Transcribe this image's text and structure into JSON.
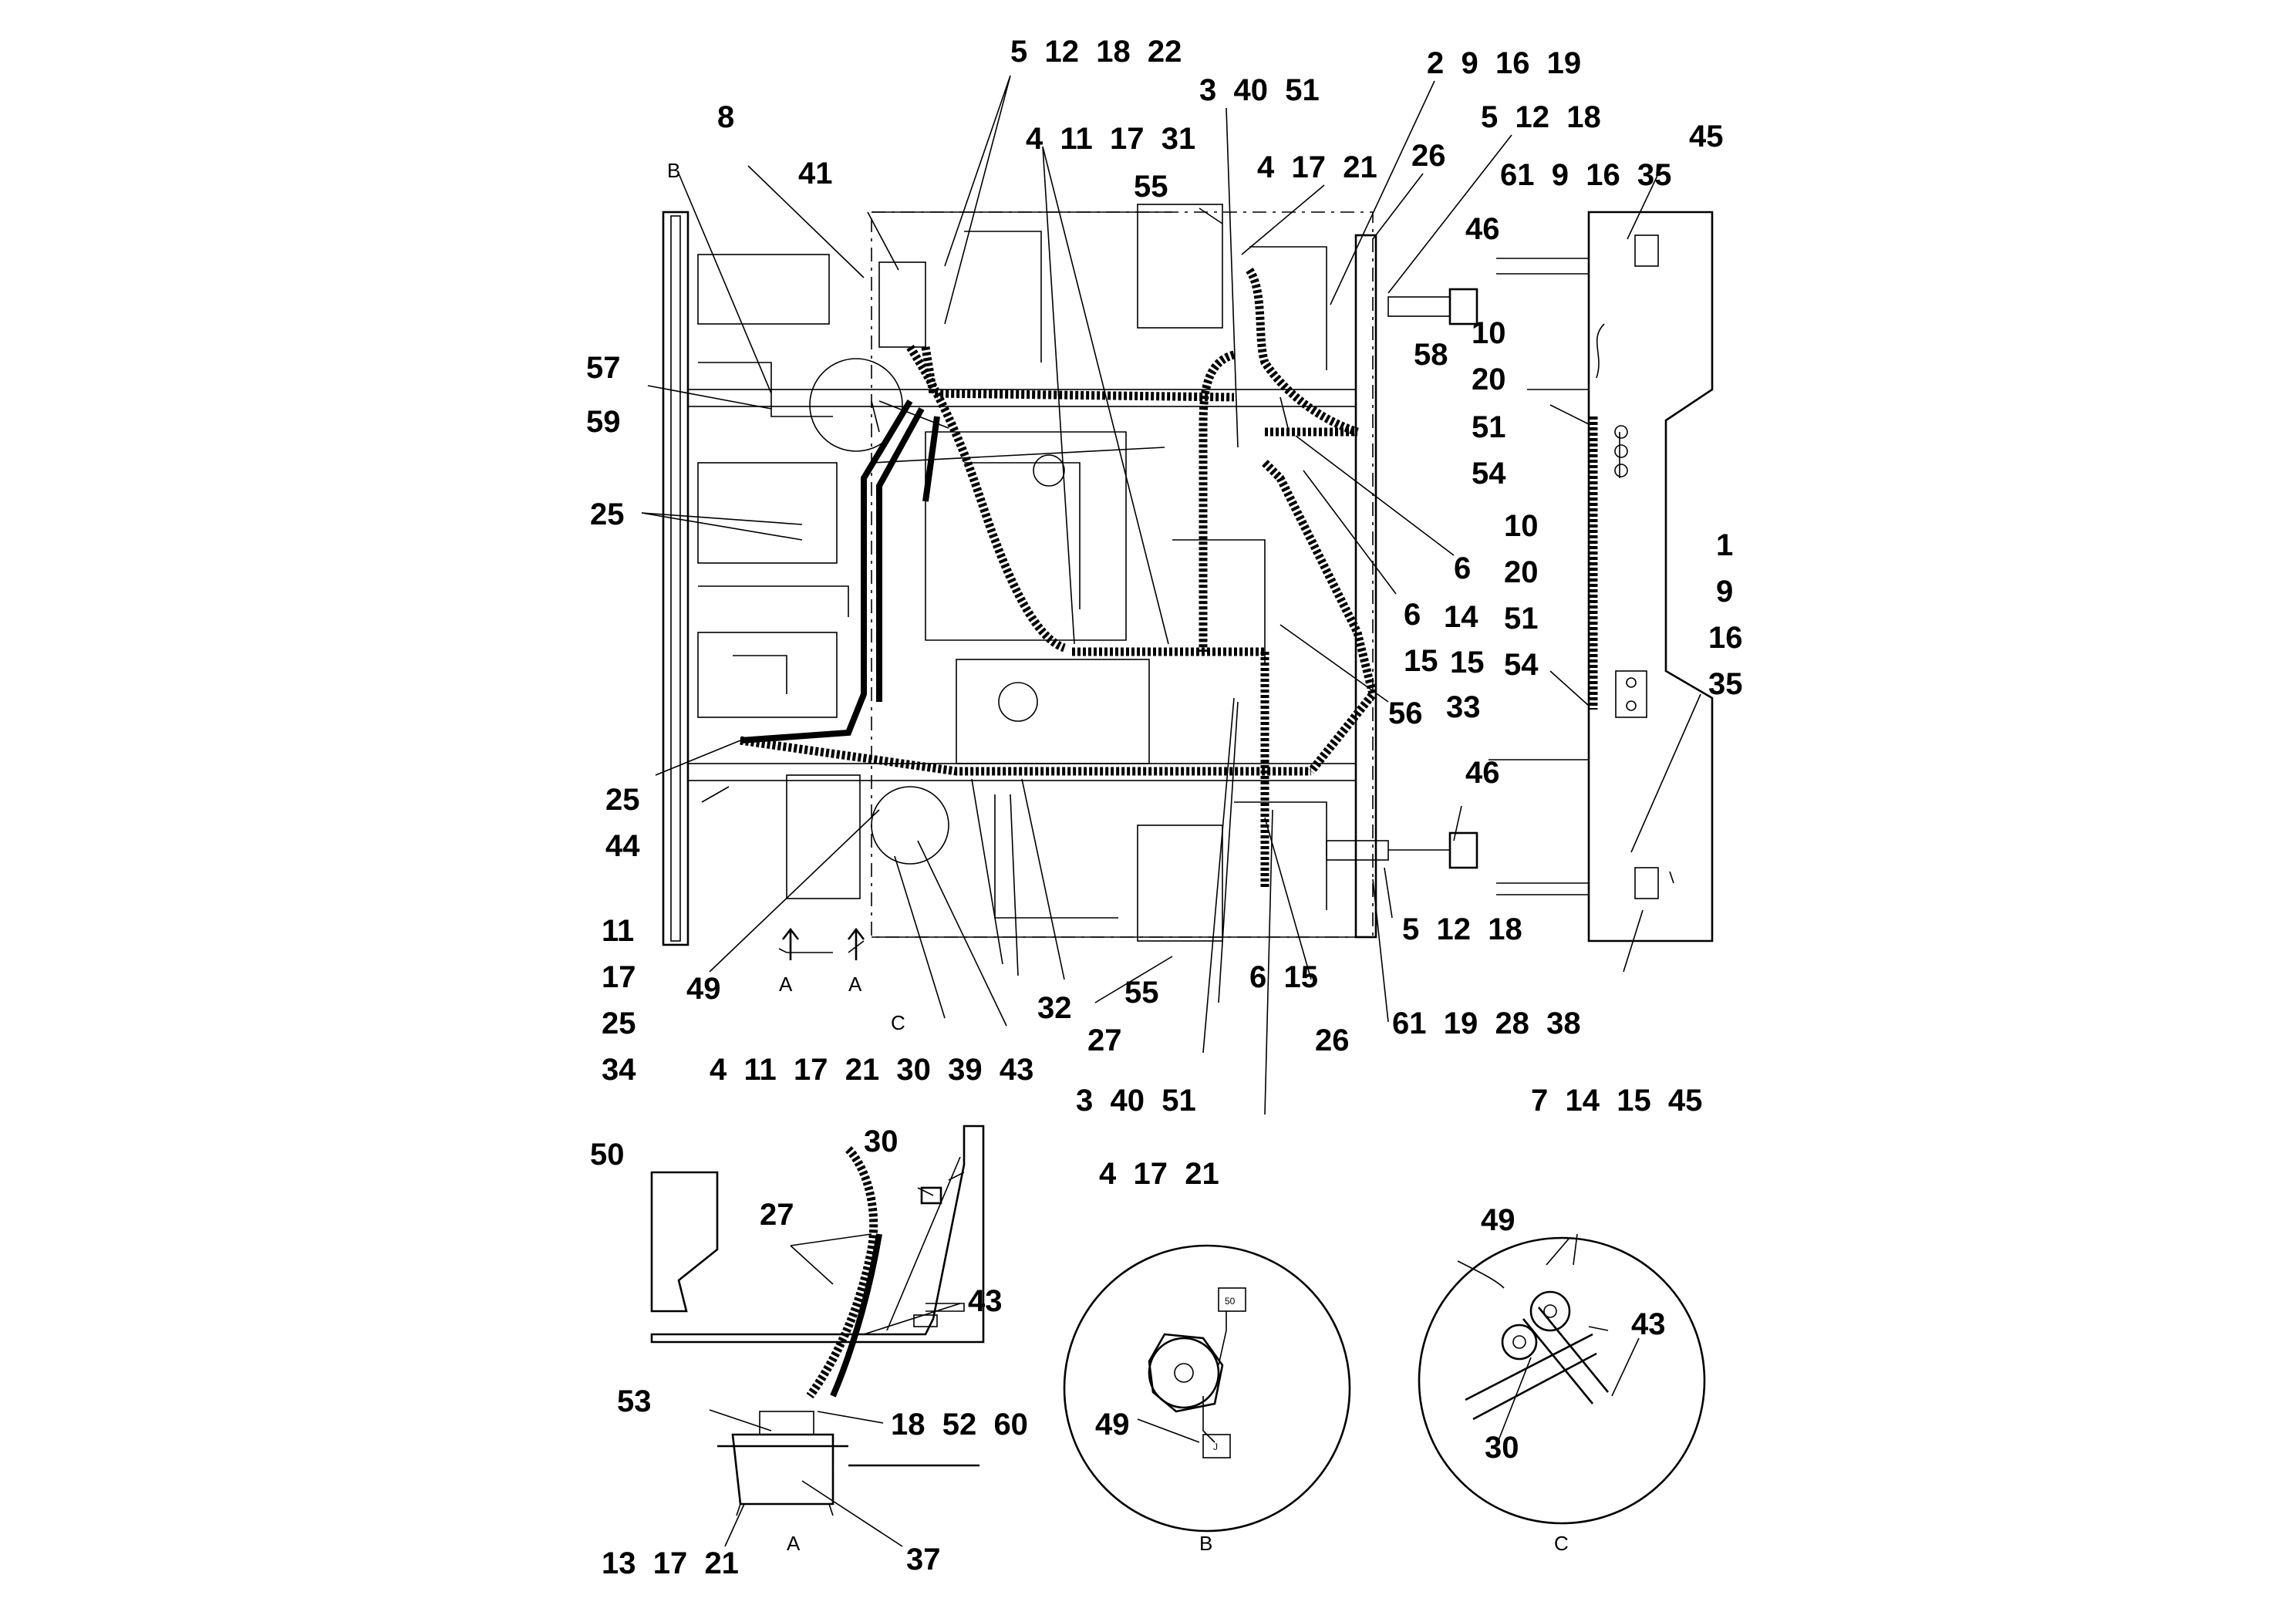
{
  "callouts": [
    "5 12 18 22",
    "3 40 51",
    "2 9 16 19",
    "5 12 18",
    "4 11 17 31",
    "8",
    "41",
    "4 17 21",
    "26",
    "61 9 16 35",
    "45",
    "55",
    "46",
    "10",
    "20",
    "51",
    "54",
    "58",
    "57",
    "59",
    "25",
    "10",
    "20",
    "51",
    "6",
    "14",
    "6",
    "15",
    "15",
    "54",
    "56",
    "33",
    "1",
    "9",
    "16",
    "35",
    "25",
    "44",
    "46",
    "11",
    "17",
    "25",
    "34",
    "49",
    "4 11 17 21 30 39 43",
    "32",
    "27",
    "55",
    "6 15",
    "26",
    "5 12 18",
    "61 19 28 38",
    "7 14 15 45",
    "3 40 51",
    "4 17 21",
    "50",
    "30",
    "27",
    "43",
    "53",
    "18 52 60",
    "13 17 21",
    "37",
    "49",
    "49",
    "43",
    "30"
  ],
  "view_letters": [
    "B",
    "A",
    "A",
    "C",
    "A",
    "B",
    "C"
  ],
  "detail_labels": [
    "50",
    "J"
  ]
}
